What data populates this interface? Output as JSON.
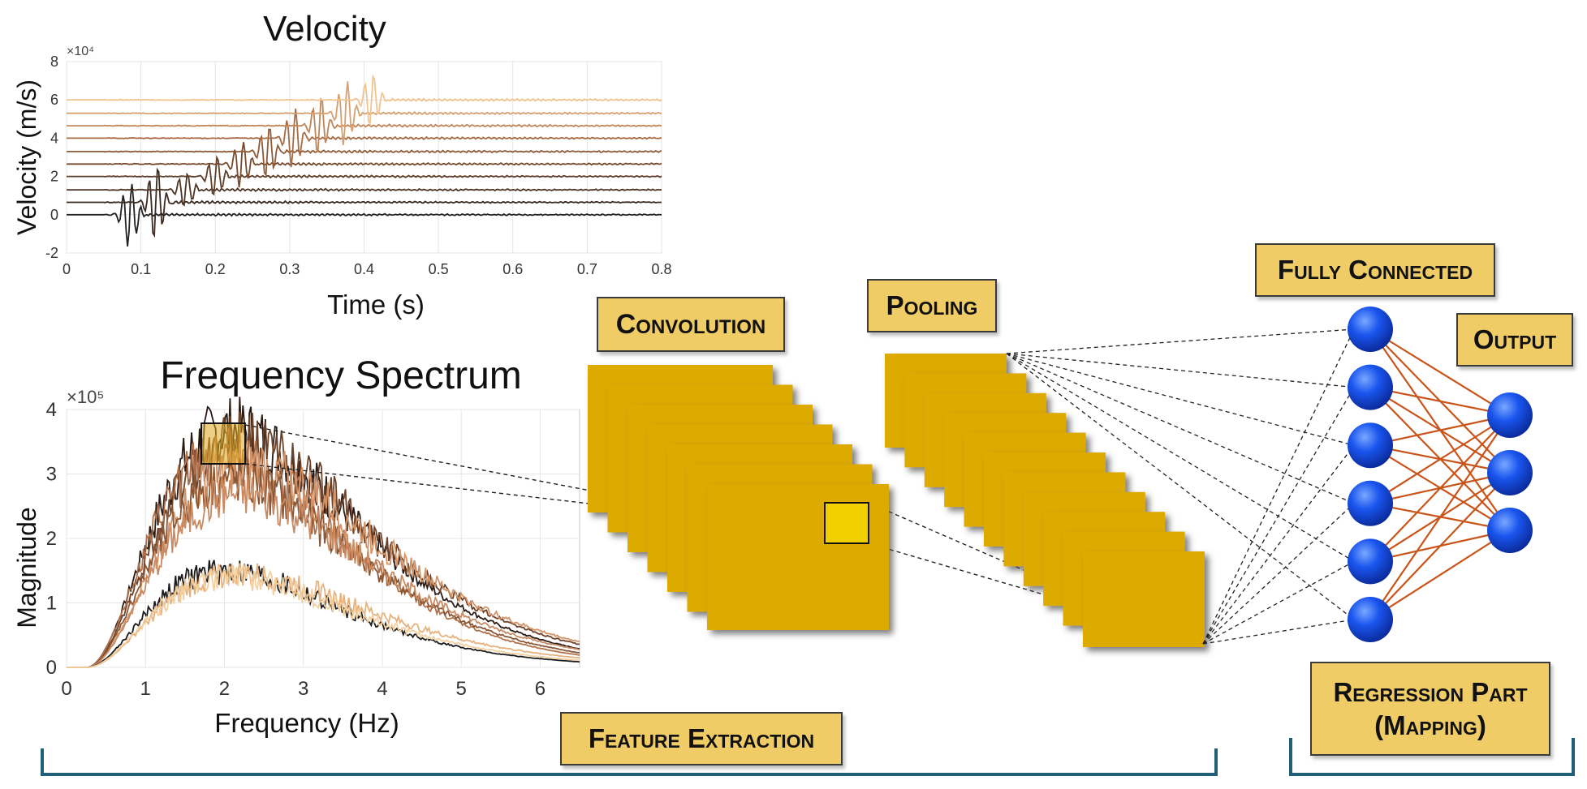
{
  "labels": {
    "convolution": "Convolution",
    "pooling": "Pooling",
    "fully_connected": "Fully Connected",
    "output": "Output",
    "regression_line1": "Regression Part",
    "regression_line2": "(Mapping)",
    "feature_extraction": "Feature Extraction"
  },
  "colors": {
    "feature_map": "#ddaa00",
    "label_box": "#f0cc66",
    "neuron": "#1144dd",
    "connection": "#c8541a",
    "brace": "#1f5f7a",
    "highlight": "#f2d000"
  },
  "network": {
    "fully_connected_neurons": 6,
    "output_neurons": 3,
    "conv_maps": 7,
    "pool_maps": 11
  },
  "chart_data": [
    {
      "type": "line",
      "title": "Velocity",
      "xlabel": "Time (s)",
      "ylabel": "Velocity (m/s)",
      "xlim": [
        0,
        0.8
      ],
      "ylim": [
        -2,
        8
      ],
      "y_multiplier": "×10⁴",
      "xticks": [
        "0",
        "0.1",
        "0.2",
        "0.3",
        "0.4",
        "0.5",
        "0.6",
        "0.7",
        "0.8"
      ],
      "yticks": [
        "-2",
        "0",
        "2",
        "4",
        "6",
        "8"
      ],
      "grid": true,
      "series": [
        {
          "offset": 0.0,
          "arrival": 0.085,
          "amp": 1.1,
          "color": "#222222"
        },
        {
          "offset": 0.65,
          "arrival": 0.12,
          "amp": 1.3,
          "color": "#3a2a20"
        },
        {
          "offset": 1.3,
          "arrival": 0.16,
          "amp": 0.6,
          "color": "#4d3424"
        },
        {
          "offset": 2.0,
          "arrival": 0.2,
          "amp": 0.7,
          "color": "#5e3e28"
        },
        {
          "offset": 2.65,
          "arrival": 0.235,
          "amp": 0.8,
          "color": "#774a2c"
        },
        {
          "offset": 3.3,
          "arrival": 0.27,
          "amp": 0.9,
          "color": "#8f5a36"
        },
        {
          "offset": 4.0,
          "arrival": 0.305,
          "amp": 1.0,
          "color": "#a86c44"
        },
        {
          "offset": 4.65,
          "arrival": 0.34,
          "amp": 1.0,
          "color": "#c08558"
        },
        {
          "offset": 5.3,
          "arrival": 0.375,
          "amp": 1.1,
          "color": "#d6a070"
        },
        {
          "offset": 6.0,
          "arrival": 0.41,
          "amp": 0.9,
          "color": "#f0c48e"
        }
      ]
    },
    {
      "type": "line",
      "title": "Frequency Spectrum",
      "xlabel": "Frequency (Hz)",
      "ylabel": "Magnitude",
      "xlim": [
        0,
        6.5
      ],
      "ylim": [
        0,
        4
      ],
      "y_multiplier": "×10⁵",
      "xticks": [
        "0",
        "1",
        "2",
        "3",
        "4",
        "5",
        "6"
      ],
      "yticks": [
        "0",
        "1",
        "2",
        "3",
        "4"
      ],
      "grid": true,
      "series": [
        {
          "peak": 3.7,
          "center": 2.1,
          "color": "#2a1a14"
        },
        {
          "peak": 3.5,
          "center": 2.2,
          "color": "#6e4228"
        },
        {
          "peak": 3.3,
          "center": 2.0,
          "color": "#b0704a"
        },
        {
          "peak": 3.1,
          "center": 2.3,
          "color": "#d49468"
        },
        {
          "peak": 2.9,
          "center": 2.1,
          "color": "#8a5634"
        },
        {
          "peak": 2.7,
          "center": 2.2,
          "color": "#c98a62"
        },
        {
          "peak": 1.5,
          "center": 2.0,
          "color": "#1a1a1a"
        },
        {
          "peak": 1.45,
          "center": 2.2,
          "color": "#e6b27e"
        },
        {
          "peak": 1.4,
          "center": 2.1,
          "color": "#f4d0a0"
        }
      ]
    }
  ]
}
